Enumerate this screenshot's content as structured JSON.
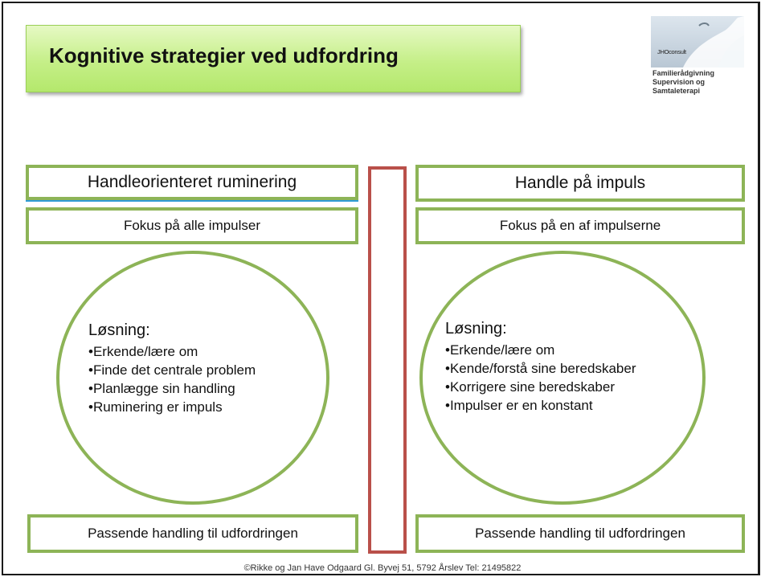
{
  "title": "Kognitive strategier ved udfordring",
  "logo": {
    "brand": "JHOconsult",
    "lines": [
      "Familierådgivning",
      "Supervision og",
      "Samtaleterapi"
    ]
  },
  "left": {
    "heading": "Handleorienteret ruminering",
    "subheading": "Fokus på alle impulser",
    "solution_title": "Løsning:",
    "bullets": [
      "•Erkende/lære om",
      "•Finde det centrale problem",
      "•Planlægge sin handling",
      "•Ruminering er impuls"
    ],
    "bottom": "Passende handling til udfordringen"
  },
  "right": {
    "heading": "Handle på impuls",
    "subheading": "Fokus på en af impulserne",
    "solution_title": "Løsning:",
    "bullets": [
      "•Erkende/lære om",
      "•Kende/forstå sine beredskaber",
      "•Korrigere sine beredskaber",
      "•Impulser er en konstant"
    ],
    "bottom": "Passende handling til udfordringen"
  },
  "footer": "©Rikke og Jan Have Odgaard  Gl. Byvej 51, 5792 Årslev Tel: 21495822",
  "colors": {
    "green_border": "#8db457",
    "title_fill": "#c5ef88",
    "divider_red": "#b9504a"
  }
}
